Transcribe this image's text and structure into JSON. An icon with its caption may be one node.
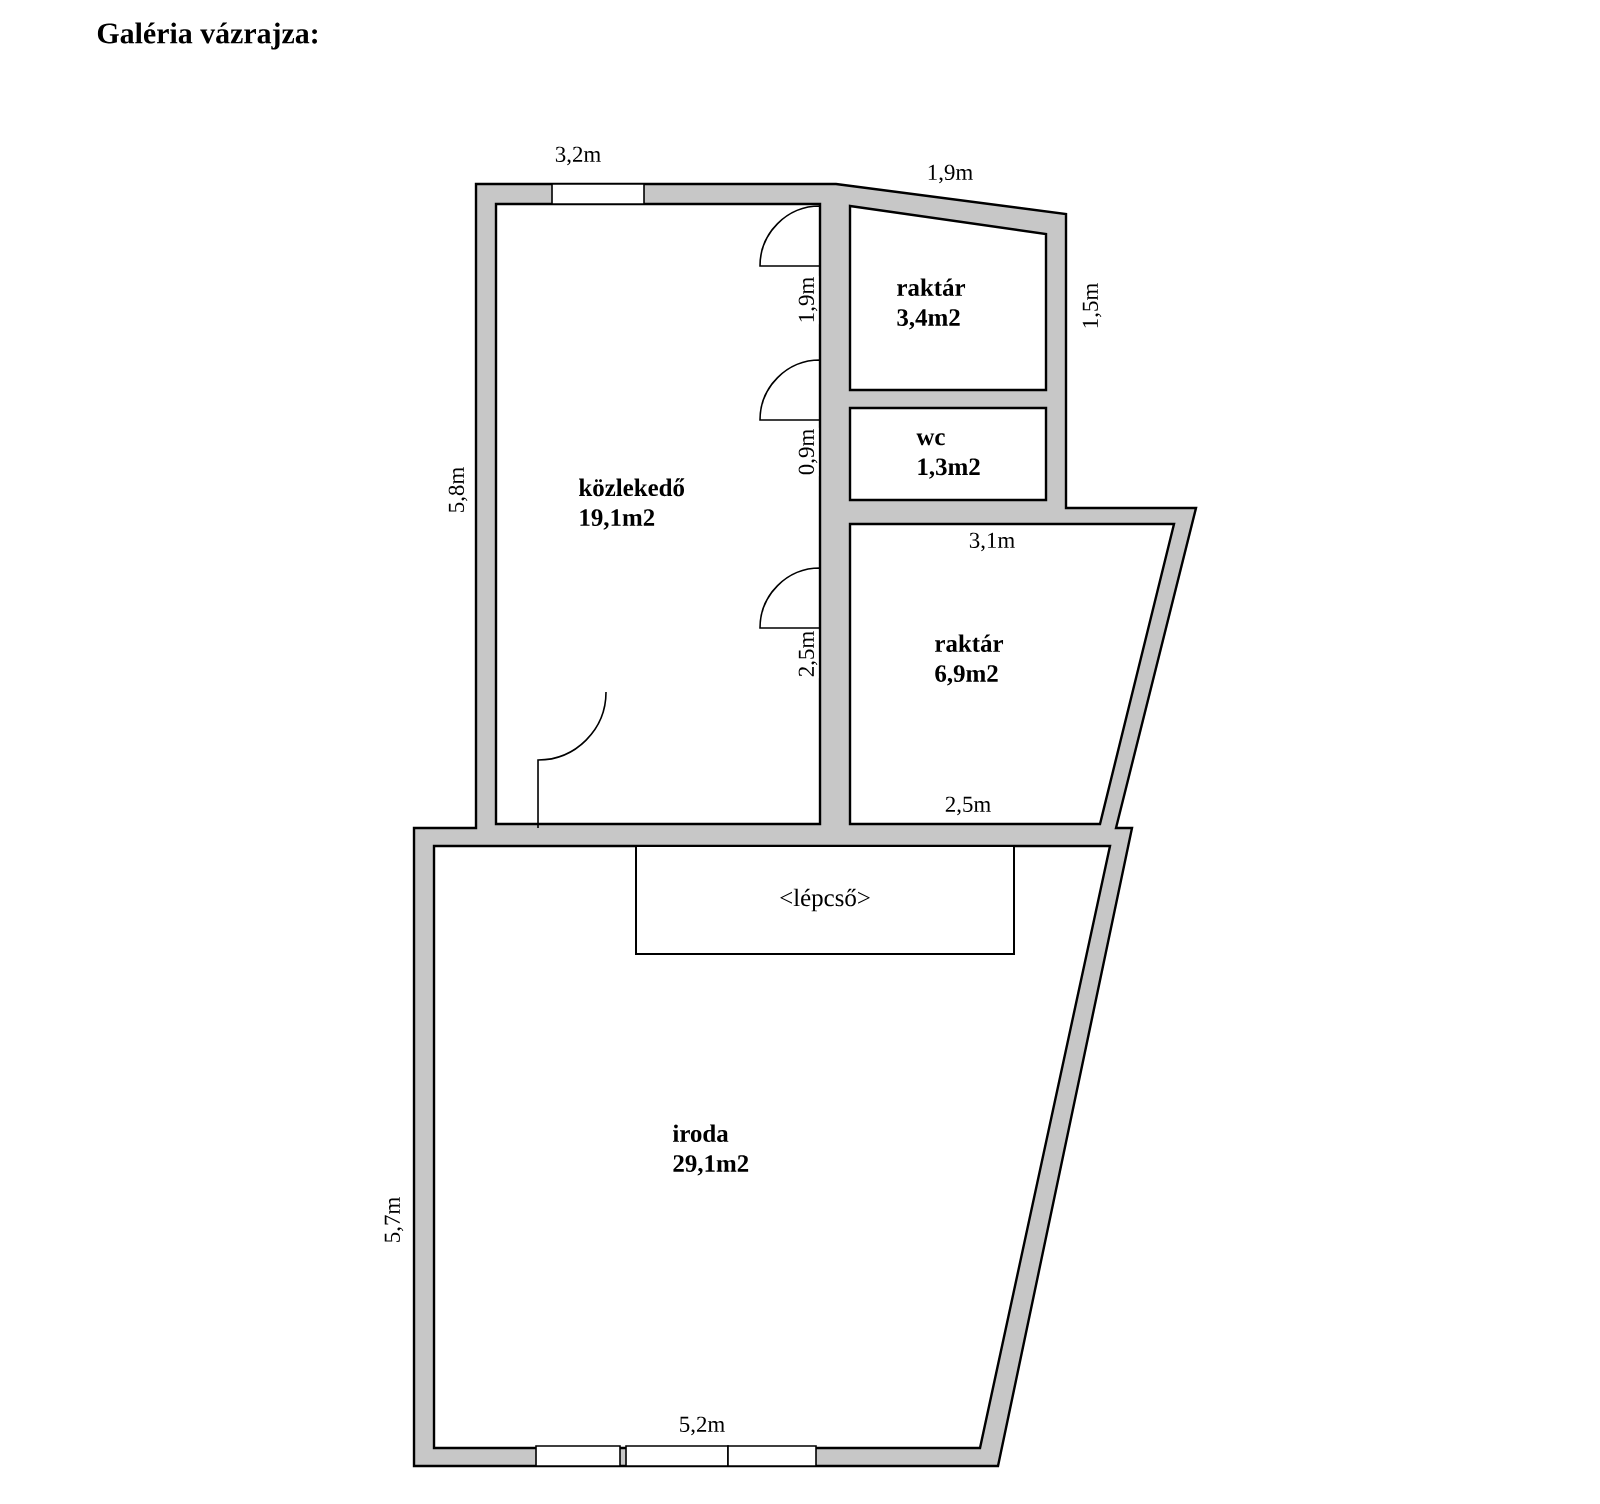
{
  "diagram": {
    "title": "Galéria vázrajza:",
    "nodes": [
      {
        "text": [
          "közlekedő",
          "19,1m2"
        ]
      },
      {
        "text": [
          "raktár",
          "3,4m2"
        ]
      },
      {
        "text": [
          "wc",
          "1,3m2"
        ]
      },
      {
        "text": [
          "raktár",
          "6,9m2"
        ]
      },
      {
        "text": [
          "iroda",
          "29,1m2"
        ]
      },
      {
        "text": [
          "<lépcső>"
        ],
        "in": 4
      }
    ],
    "labels": [
      "3,2m",
      "1,9m",
      "1,9m",
      "1,5m",
      "0,9m",
      "5,8m",
      "3,1m",
      "2,5m",
      "2,5m",
      "5,7m",
      "5,2m"
    ]
  }
}
